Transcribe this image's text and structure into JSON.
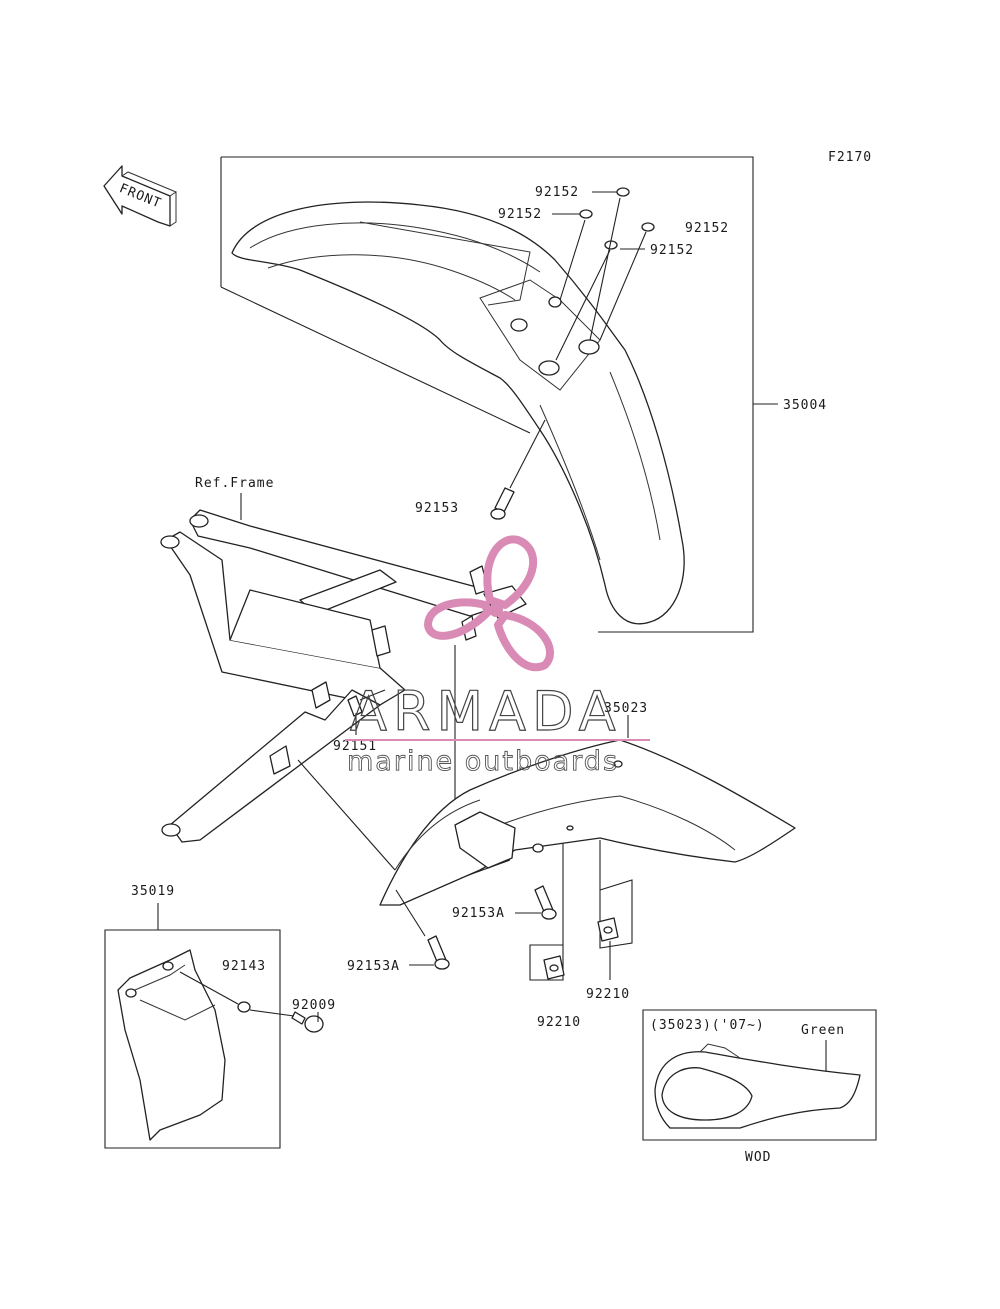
{
  "diagram_code": "F2170",
  "direction_label": "FRONT",
  "ref_frame_label": "Ref.Frame",
  "parts": {
    "front_fender": "35004",
    "washer_a": "92152",
    "washer_b": "92152",
    "washer_c": "92152",
    "washer_d": "92152",
    "front_bolt": "92153",
    "rear_fender": "35023",
    "frame_bolt": "92151",
    "rear_bolt_a": "92153A",
    "rear_bolt_b": "92153A",
    "nut_a": "92210",
    "nut_b": "92210",
    "mud_flap": "35019",
    "flap_washer": "92143",
    "flap_screw": "92009"
  },
  "inset": {
    "title": "(35023)('07~)",
    "color_label": "Green",
    "caption": "WOD"
  },
  "watermark": {
    "brand": "ARMADA",
    "tagline": "marine outboards",
    "logo_color": "#d98bb6"
  }
}
